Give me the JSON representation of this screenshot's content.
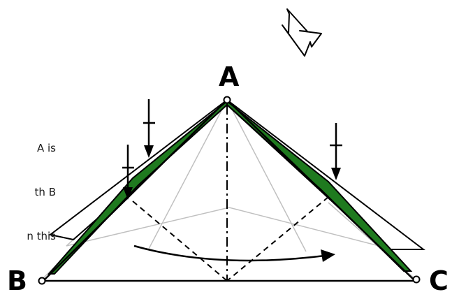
{
  "diagram": {
    "caption_lines": [
      "A is",
      "th B",
      "n this"
    ],
    "labels": {
      "a": "A",
      "b": "B",
      "c": "C"
    },
    "colors": {
      "green": "#1f7a1f",
      "line": "#000000",
      "guide": "#c0c0c0"
    },
    "icons": [
      "hand-pointer-icon",
      "push-arrow-icon",
      "swing-arrow-icon"
    ]
  }
}
